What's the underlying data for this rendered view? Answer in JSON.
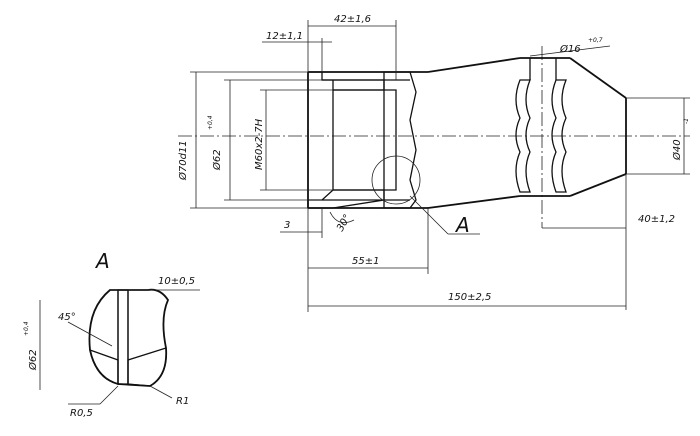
{
  "drawing": {
    "dims": {
      "d42": "42±1,6",
      "d12": "12±1,1",
      "d16": "Ø16",
      "d16_tol": "+0,7",
      "d70": "Ø70d11",
      "d62": "Ø62",
      "d62_tol": "+0,4",
      "m60": "M60x2-7H",
      "d40": "Ø40",
      "d40_tol": "-1",
      "d3": "3",
      "a30": "30°",
      "d55": "55±1",
      "d40_12": "40±1,2",
      "d150": "150±2,5"
    },
    "detail": {
      "label": "A",
      "d10": "10±0,5",
      "a45": "45°",
      "d62": "Ø62",
      "d62_tol": "+0,4",
      "r05": "R0,5",
      "r1": "R1"
    },
    "callout": "A"
  }
}
